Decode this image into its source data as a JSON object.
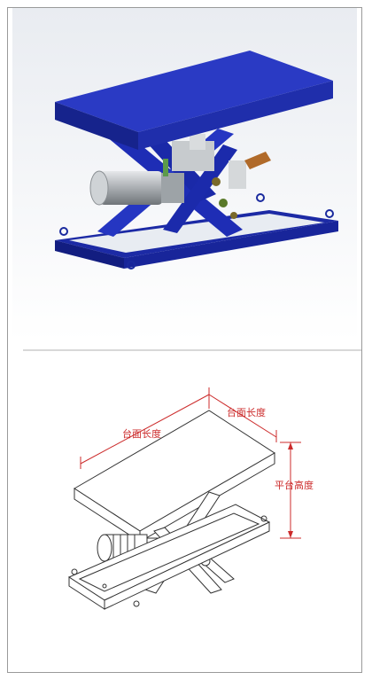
{
  "figure_top": {
    "description_icon": "scissor-lift-3d-render-icon",
    "colors": {
      "platform": "#1a2a9e",
      "frame": "#2233b0",
      "motor": "#b8bcbf",
      "background_top": "#dfe3ea",
      "background_bottom": "#ffffff"
    }
  },
  "figure_bottom": {
    "description_icon": "scissor-lift-line-drawing-icon",
    "labels": {
      "length": "台面长度",
      "width": "台面长度",
      "height": "平台高度"
    },
    "colors": {
      "dimension": "#cc2b2b",
      "line": "#333333"
    }
  }
}
